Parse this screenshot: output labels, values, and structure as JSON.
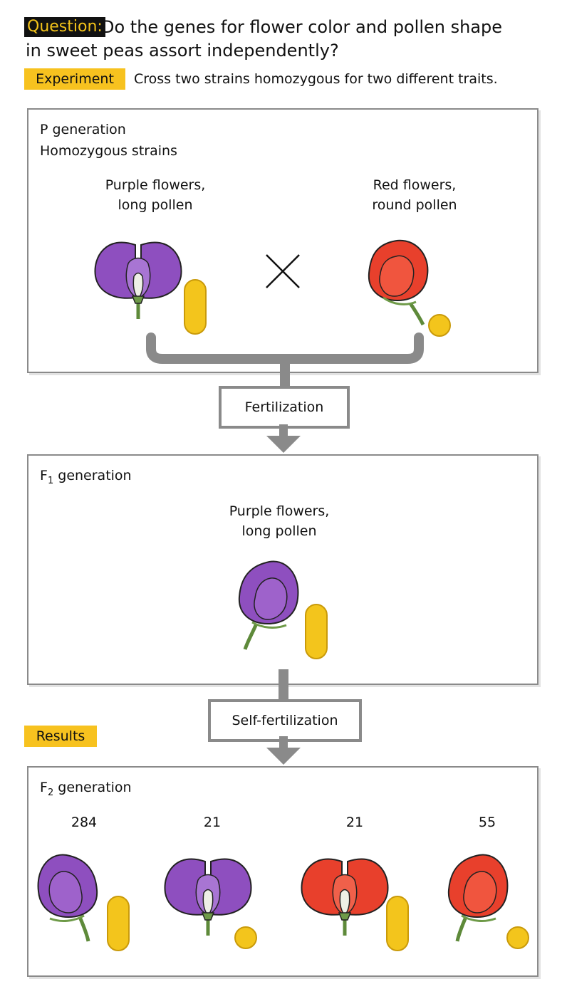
{
  "header": {
    "question_label": "Question:",
    "question_line1": "Do the genes for flower color and pollen shape",
    "question_line2": "in sweet peas assort independently?",
    "experiment_label": "Experiment",
    "experiment_text": "Cross two strains homozygous for two different traits."
  },
  "p_generation": {
    "title": "P generation",
    "subtitle": "Homozygous strains",
    "left_line1": "Purple flowers,",
    "left_line2": "long pollen",
    "right_line1": "Red flowers,",
    "right_line2": "round pollen",
    "cross_symbol": "×"
  },
  "steps": {
    "fertilization": "Fertilization",
    "self_fertilization": "Self-fertilization"
  },
  "f1_generation": {
    "title_prefix": "F",
    "title_sub": "1",
    "title_suffix": " generation",
    "line1": "Purple flowers,",
    "line2": "long pollen"
  },
  "results": {
    "label": "Results"
  },
  "f2_generation": {
    "title_prefix": "F",
    "title_sub": "2",
    "title_suffix": " generation",
    "counts": [
      "284",
      "21",
      "21",
      "55"
    ]
  },
  "colors": {
    "purple": "#8e4fbf",
    "red": "#e8402c",
    "pollen": "#f3c51c",
    "stem": "#5e8a3a",
    "gray": "#8a8a8a",
    "highlight": "#f7c21f"
  }
}
